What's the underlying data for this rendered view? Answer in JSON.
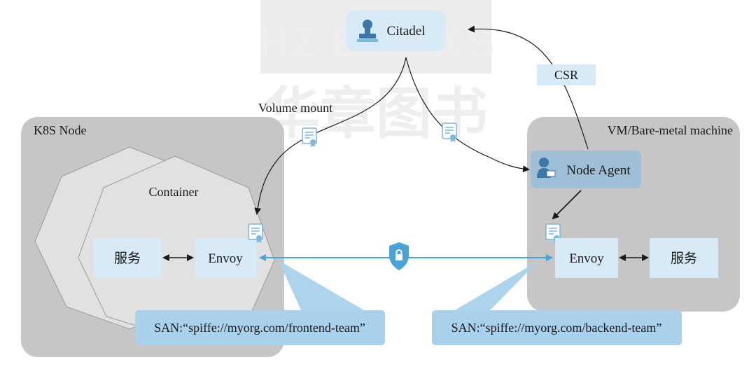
{
  "watermark": {
    "line1": "HZ BOOKS",
    "line2": "华章图书"
  },
  "citadel": {
    "label": "Citadel",
    "icon": "stamp-icon"
  },
  "csr": {
    "label": "CSR"
  },
  "volume_mount": {
    "label": "Volume mount"
  },
  "k8s_node": {
    "title": "K8S Node",
    "container_label": "Container",
    "service_label": "服务",
    "envoy_label": "Envoy",
    "san": "SAN:“spiffe://myorg.com/frontend-team”"
  },
  "vm_node": {
    "title": "VM/Bare-metal machine",
    "node_agent_label": "Node Agent",
    "node_agent_icon": "person-icon",
    "envoy_label": "Envoy",
    "service_label": "服务",
    "san": "SAN:“spiffe://myorg.com/backend-team”"
  },
  "icons": {
    "certificate": "certificate-icon",
    "lock": "lock-shield-icon"
  },
  "colors": {
    "light_blue": "#d8eaf6",
    "medium_blue": "#a9d1ec",
    "connection_line": "#4aa3d6",
    "node_grey": "#c6c6c6",
    "container_grey": "#e1e1e1",
    "node_agent_fill": "#9fbfd6"
  }
}
